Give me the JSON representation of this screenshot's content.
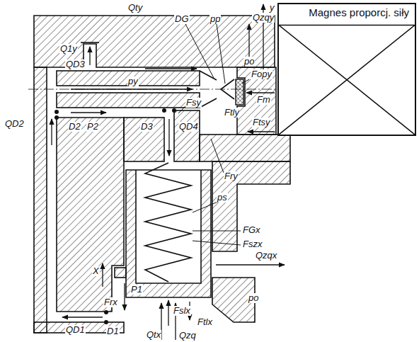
{
  "diagram": {
    "nodes": [
      {
        "text": [
          "Magnes proporcj. siły"
        ]
      }
    ],
    "labels": [
      "y",
      "Qty",
      "Q1y",
      "DG",
      "pp",
      "Qzqy",
      "po",
      "Fopy",
      "Fm",
      "py",
      "QD3",
      "QD2",
      "D2",
      "P2",
      "D3",
      "QD4",
      "Fsy",
      "Ftly",
      "Ftsy",
      "Fry",
      "ps",
      "FGx",
      "Fszx",
      "Qzqx",
      "po",
      "X",
      "P1",
      "Frx",
      "Fslx",
      "Ftlx",
      "Qtx",
      "Qzq",
      "QD1",
      "D1"
    ]
  }
}
